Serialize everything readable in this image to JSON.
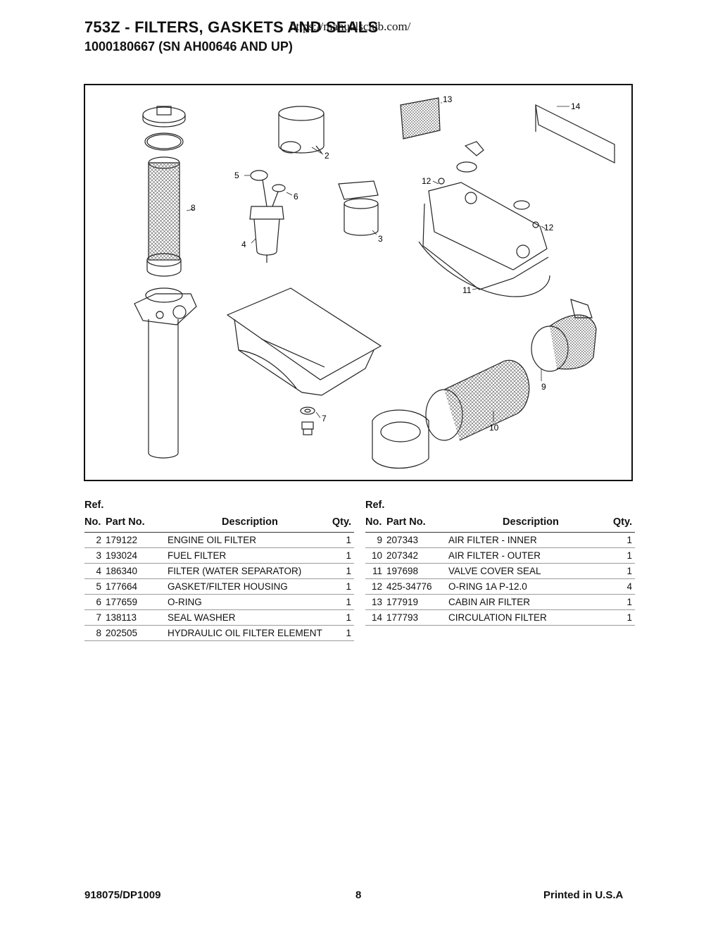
{
  "header": {
    "title": "753Z - FILTERS, GASKETS AND SEALS",
    "subtitle": "1000180667 (SN AH00646 AND UP)",
    "url": "https://manualsclub.com/"
  },
  "diagram": {
    "callouts": [
      "2",
      "3",
      "4",
      "5",
      "6",
      "7",
      "8",
      "9",
      "10",
      "11",
      "12",
      "12",
      "13",
      "14"
    ]
  },
  "table": {
    "headers": {
      "ref": "Ref.",
      "no": "No.",
      "part": "Part No.",
      "desc": "Description",
      "qty": "Qty."
    },
    "left_rows": [
      {
        "no": "2",
        "part": "179122",
        "desc": "ENGINE OIL FILTER",
        "qty": "1"
      },
      {
        "no": "3",
        "part": "193024",
        "desc": "FUEL FILTER",
        "qty": "1"
      },
      {
        "no": "4",
        "part": "186340",
        "desc": "FILTER (WATER SEPARATOR)",
        "qty": "1"
      },
      {
        "no": "5",
        "part": "177664",
        "desc": "GASKET/FILTER HOUSING",
        "qty": "1"
      },
      {
        "no": "6",
        "part": "177659",
        "desc": "O-RING",
        "qty": "1"
      },
      {
        "no": "7",
        "part": "138113",
        "desc": "SEAL WASHER",
        "qty": "1"
      },
      {
        "no": "8",
        "part": "202505",
        "desc": "HYDRAULIC OIL FILTER ELEMENT",
        "qty": "1"
      }
    ],
    "right_rows": [
      {
        "no": "9",
        "part": "207343",
        "desc": "AIR FILTER - INNER",
        "qty": "1"
      },
      {
        "no": "10",
        "part": "207342",
        "desc": "AIR FILTER - OUTER",
        "qty": "1"
      },
      {
        "no": "11",
        "part": "197698",
        "desc": "VALVE COVER SEAL",
        "qty": "1"
      },
      {
        "no": "12",
        "part": "425-34776",
        "desc": "O-RING 1A P-12.0",
        "qty": "4"
      },
      {
        "no": "13",
        "part": "177919",
        "desc": "CABIN AIR FILTER",
        "qty": "1"
      },
      {
        "no": "14",
        "part": "177793",
        "desc": "CIRCULATION FILTER",
        "qty": "1"
      }
    ]
  },
  "footer": {
    "doc_id": "918075/DP1009",
    "page": "8",
    "printed": "Printed in U.S.A"
  }
}
